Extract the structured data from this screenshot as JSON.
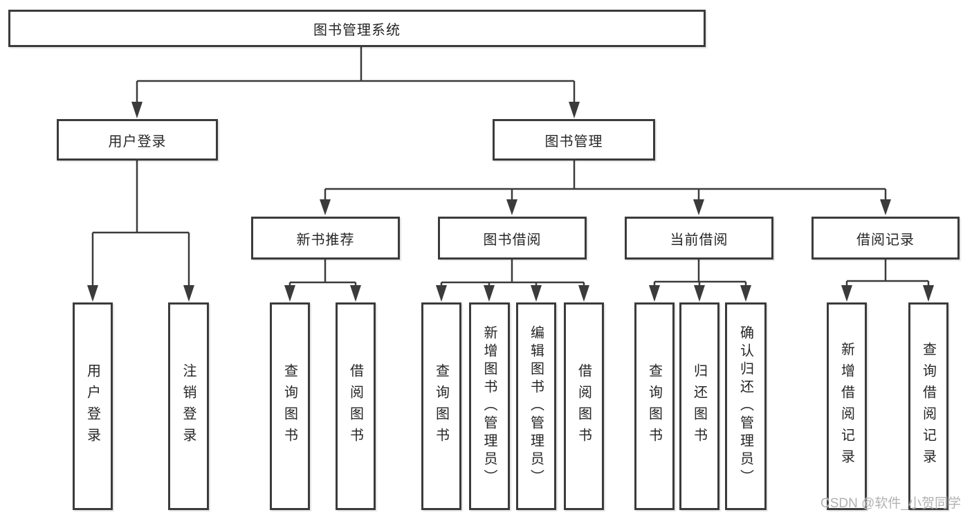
{
  "colors": {
    "line": "#3b3b3b",
    "box_border": "#3b3b3b",
    "text": "#262626",
    "watermark": "#b3b1b1",
    "background": "#ffffff"
  },
  "watermark": {
    "text": "CSDN @软件_小贺同学"
  },
  "tree": {
    "root": {
      "label": "图书管理系统",
      "children": [
        {
          "label": "用户登录",
          "children": [
            {
              "label": "用户登录"
            },
            {
              "label": "注销登录"
            }
          ]
        },
        {
          "label": "图书管理",
          "children": [
            {
              "label": "新书推荐",
              "children": [
                {
                  "label": "查询图书"
                },
                {
                  "label": "借阅图书"
                }
              ]
            },
            {
              "label": "图书借阅",
              "children": [
                {
                  "label": "查询图书"
                },
                {
                  "label": "新增图书（管理员）"
                },
                {
                  "label": "编辑图书（管理员）"
                },
                {
                  "label": "借阅图书"
                }
              ]
            },
            {
              "label": "当前借阅",
              "children": [
                {
                  "label": "查询图书"
                },
                {
                  "label": "归还图书"
                },
                {
                  "label": "确认归还（管理员）"
                }
              ]
            },
            {
              "label": "借阅记录",
              "children": [
                {
                  "label": "新增借阅记录"
                },
                {
                  "label": "查询借阅记录"
                }
              ]
            }
          ]
        }
      ]
    }
  }
}
